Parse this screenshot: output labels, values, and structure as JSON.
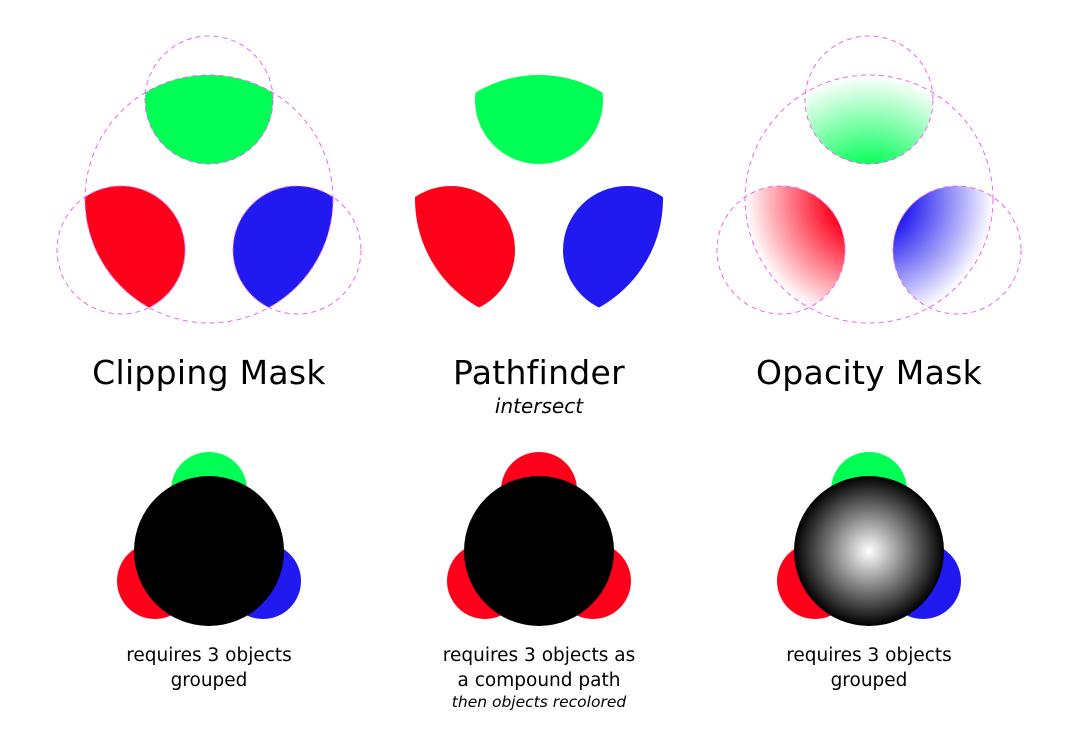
{
  "colors": {
    "green": "#00ff55",
    "red": "#ff001b",
    "blue": "#2019f0",
    "dash": "#ee66ee",
    "black": "#000000",
    "background": "#ffffff"
  },
  "columns": [
    {
      "id": "clipping-mask",
      "title": "Clipping Mask",
      "subtitle": "",
      "caption_line1": "requires 3 objects",
      "caption_line2": "grouped",
      "caption_note": "",
      "shows_guides": true,
      "fill_style": "solid",
      "icon_satellite_colors": [
        "green",
        "red",
        "blue"
      ],
      "icon_cover": "black"
    },
    {
      "id": "pathfinder",
      "title": "Pathfinder",
      "subtitle": "intersect",
      "caption_line1": "requires 3 objects as",
      "caption_line2": "a compound path",
      "caption_note": "then objects recolored",
      "shows_guides": false,
      "fill_style": "solid",
      "icon_satellite_colors": [
        "red",
        "red",
        "red"
      ],
      "icon_cover": "black"
    },
    {
      "id": "opacity-mask",
      "title": "Opacity Mask",
      "subtitle": "",
      "caption_line1": "requires 3 objects",
      "caption_line2": "grouped",
      "caption_note": "",
      "shows_guides": true,
      "fill_style": "gradient-fade",
      "icon_satellite_colors": [
        "green",
        "red",
        "blue"
      ],
      "icon_cover": "radial-white-to-black"
    }
  ]
}
